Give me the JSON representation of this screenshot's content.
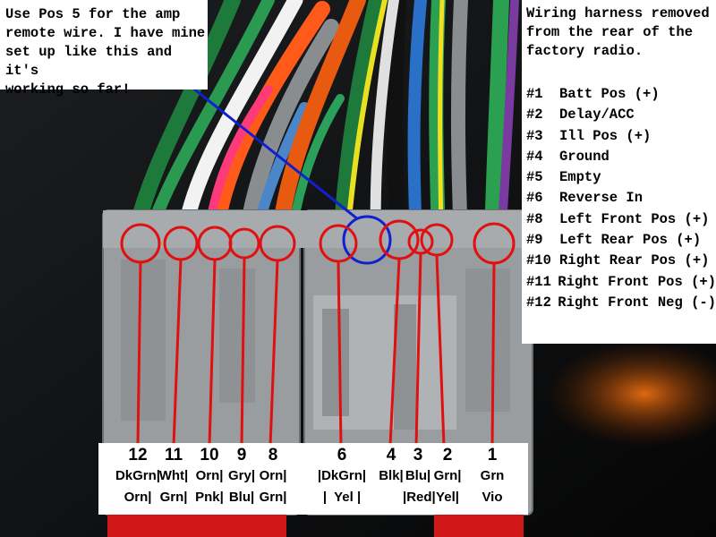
{
  "note": {
    "lines": [
      "Use Pos 5 for the amp",
      "remote wire.  I have mine",
      "set up like this and it's",
      "working so far!"
    ]
  },
  "legend": {
    "desc": [
      "Wiring harness removed",
      "from the rear of the",
      "factory radio."
    ],
    "items": [
      {
        "num": "#1",
        "label": "Batt Pos (+)"
      },
      {
        "num": "#2",
        "label": "Delay/ACC"
      },
      {
        "num": "#3",
        "label": "Ill Pos (+)"
      },
      {
        "num": "#4",
        "label": "Ground"
      },
      {
        "num": "#5",
        "label": "Empty"
      },
      {
        "num": "#6",
        "label": "Reverse In"
      },
      {
        "num": "#8",
        "label": "Left Front Pos (+)"
      },
      {
        "num": "#9",
        "label": "Left Rear Pos (+)"
      },
      {
        "num": "#10",
        "label": "Right Rear Pos (+)"
      },
      {
        "num": "#11",
        "label": "Right Front Pos (+)"
      },
      {
        "num": "#12",
        "label": "Right Front Neg (-)"
      }
    ]
  },
  "pins": [
    {
      "num": "12",
      "line1": "DkGrn|",
      "line2": "Orn|"
    },
    {
      "num": "11",
      "line1": "Wht|",
      "line2": "Grn|"
    },
    {
      "num": "10",
      "line1": "Orn|",
      "line2": "Pnk|"
    },
    {
      "num": "9",
      "line1": "Gry|",
      "line2": "Blu|"
    },
    {
      "num": "8",
      "line1": "Orn|",
      "line2": "Grn|"
    },
    {
      "num": "6",
      "line1": "|DkGrn|",
      "line2": "|  Yel |"
    },
    {
      "num": "4",
      "line1": "Blk|",
      "line2": ""
    },
    {
      "num": "3",
      "line1": "Blu|",
      "line2": "|Red|"
    },
    {
      "num": "2",
      "line1": "Grn|",
      "line2": "Yel|"
    },
    {
      "num": "1",
      "line1": "Grn",
      "line2": "Vio"
    }
  ],
  "colors": {
    "callout_red": "#e01010",
    "callout_blue": "#1020d0",
    "connector_gray": "#9a9da0"
  }
}
